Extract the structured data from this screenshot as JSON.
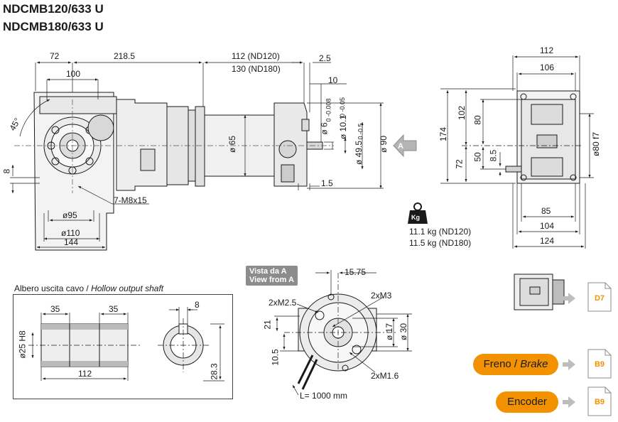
{
  "titles": {
    "line1": "NDCMB120/633 U",
    "line2": "NDCMB180/633 U"
  },
  "side_view": {
    "top_dims": {
      "d72": "72",
      "d218": "218.5",
      "d112": "112 (ND120)",
      "d130": "130 (ND180)",
      "d25": "2.5",
      "d100": "100",
      "d10": "10"
    },
    "left_dims": {
      "angle": "45°",
      "d8": "8"
    },
    "middle_dims": {
      "phi65": "ø 65",
      "phi6": "ø 6",
      "tol6": "0 -0.008",
      "phi10": "ø 10.1",
      "tol10": "0 -0.05",
      "phi49": "ø 49.5",
      "tol49": "0 -0.5",
      "phi90": "ø 90",
      "d15": "1.5"
    },
    "bottom_dims": {
      "thread": "7-M8x15",
      "phi95": "ø95",
      "phi110": "ø110",
      "d144": "144"
    }
  },
  "arrow_label": "A",
  "weight": {
    "icon_label": "Kg",
    "line1": "11.1 kg (ND120)",
    "line2": "11.5 kg (ND180)"
  },
  "end_view": {
    "top": {
      "d112": "112",
      "d106": "106"
    },
    "left": {
      "d174": "174",
      "d102": "102",
      "d80": "80",
      "d72": "72",
      "d50": "50",
      "d85s": "8.5"
    },
    "right": {
      "phi80": "ø80 f7"
    },
    "bottom": {
      "d85": "85",
      "d104": "104",
      "d124": "124"
    }
  },
  "hollow_shaft": {
    "caption_it": "Albero uscita cavo / ",
    "caption_en": "Hollow output shaft",
    "d35a": "35",
    "d35b": "35",
    "d112": "112",
    "phi25": "ø25 H8",
    "d8": "8",
    "d283": "28.3"
  },
  "view_a": {
    "badge_it": "Vista da A",
    "badge_en": "View from A",
    "d1575": "15.75",
    "m25": "2xM2.5",
    "m3": "2xM3",
    "m16": "2xM1.6",
    "d21": "21",
    "d105": "10.5",
    "phi17": "ø 17",
    "phi30": "ø 30",
    "cable": "L= 1000 mm"
  },
  "options": [
    {
      "label": "",
      "ref": "D7"
    },
    {
      "label_it": "Freno / ",
      "label_en": "Brake",
      "ref": "B9"
    },
    {
      "label": "Encoder",
      "ref": "B9"
    }
  ],
  "colors": {
    "accent": "#f39200",
    "line": "#1a1a1a",
    "badge": "#8c8c8c"
  }
}
